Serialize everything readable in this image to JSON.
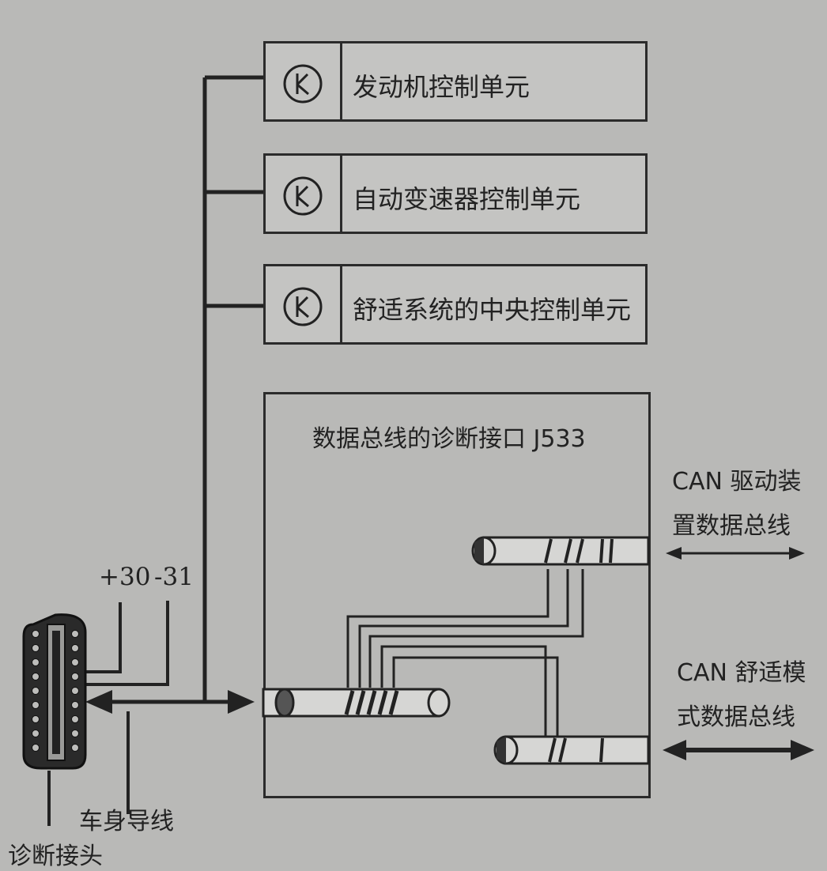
{
  "units": [
    {
      "label": "发动机控制单元",
      "icon": "k-symbol-icon"
    },
    {
      "label": "自动变速器控制单元",
      "icon": "k-symbol-icon"
    },
    {
      "label": "舒适系统的中央控制单元",
      "icon": "k-symbol-icon"
    }
  ],
  "gateway": {
    "title": "数据总线的诊断接口 J533"
  },
  "buses": [
    {
      "line1": "CAN 驱动装",
      "line2": "置数据总线"
    },
    {
      "line1": "CAN 舒适模",
      "line2": "式数据总线"
    }
  ],
  "connector": {
    "label": "诊断接头",
    "pin_plus": "+30",
    "pin_minus": "-31"
  },
  "wire": {
    "label": "车身导线"
  }
}
